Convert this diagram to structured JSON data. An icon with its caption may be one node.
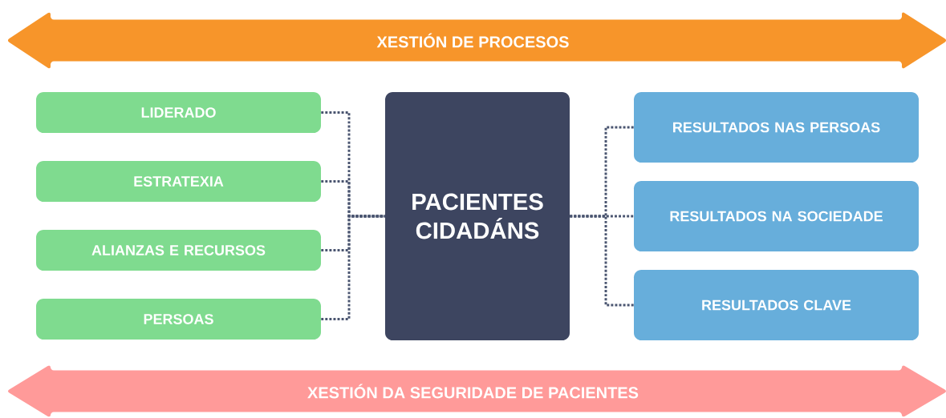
{
  "diagram": {
    "nodes": [
      {
        "text": [
          "XESTIÓN DE PROCESOS"
        ]
      },
      {
        "text": [
          "LIDERADO"
        ]
      },
      {
        "text": [
          "ESTRATEXIA"
        ]
      },
      {
        "text": [
          "ALIANZAS E RECURSOS"
        ]
      },
      {
        "text": [
          "PERSOAS"
        ]
      },
      {
        "text": [
          "PACIENTES CIDADÁNS"
        ]
      },
      {
        "text": [
          "RESULTADOS NAS PERSOAS"
        ]
      },
      {
        "text": [
          "RESULTADOS NA SOCIEDADE"
        ]
      },
      {
        "text": [
          "RESULTADOS CLAVE"
        ]
      },
      {
        "text": [
          "XESTIÓN DA SEGURIDADE DE PACIENTES"
        ]
      }
    ],
    "edges": [
      {
        "from": 1,
        "to": 5,
        "arrow": "none"
      },
      {
        "from": 2,
        "to": 5,
        "arrow": "none"
      },
      {
        "from": 3,
        "to": 5,
        "arrow": "none"
      },
      {
        "from": 4,
        "to": 5,
        "arrow": "none"
      },
      {
        "from": 5,
        "to": 6,
        "arrow": "none"
      },
      {
        "from": 5,
        "to": 7,
        "arrow": "none"
      },
      {
        "from": 5,
        "to": 8,
        "arrow": "none"
      }
    ]
  }
}
